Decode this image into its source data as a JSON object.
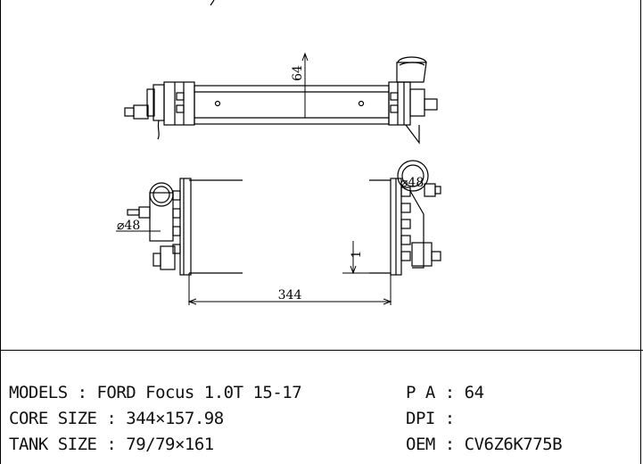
{
  "drawing": {
    "dimensions": {
      "height": "64",
      "inlet_diameter": "⌀48",
      "outlet_diameter": "⌀48",
      "offset": "1",
      "core_length": "344"
    }
  },
  "specs": {
    "models": {
      "label": "MODELS",
      "value": "FORD Focus 1.0T 15-17"
    },
    "core_size": {
      "label": "CORE SIZE",
      "value": "344×157.98"
    },
    "tank_size": {
      "label": "TANK SIZE",
      "value": "79/79×161"
    },
    "pa": {
      "label": "P A",
      "value": "64"
    },
    "dpi": {
      "label": "DPI",
      "value": ""
    },
    "oem": {
      "label": "OEM",
      "value": "CV6Z6K775B"
    }
  }
}
